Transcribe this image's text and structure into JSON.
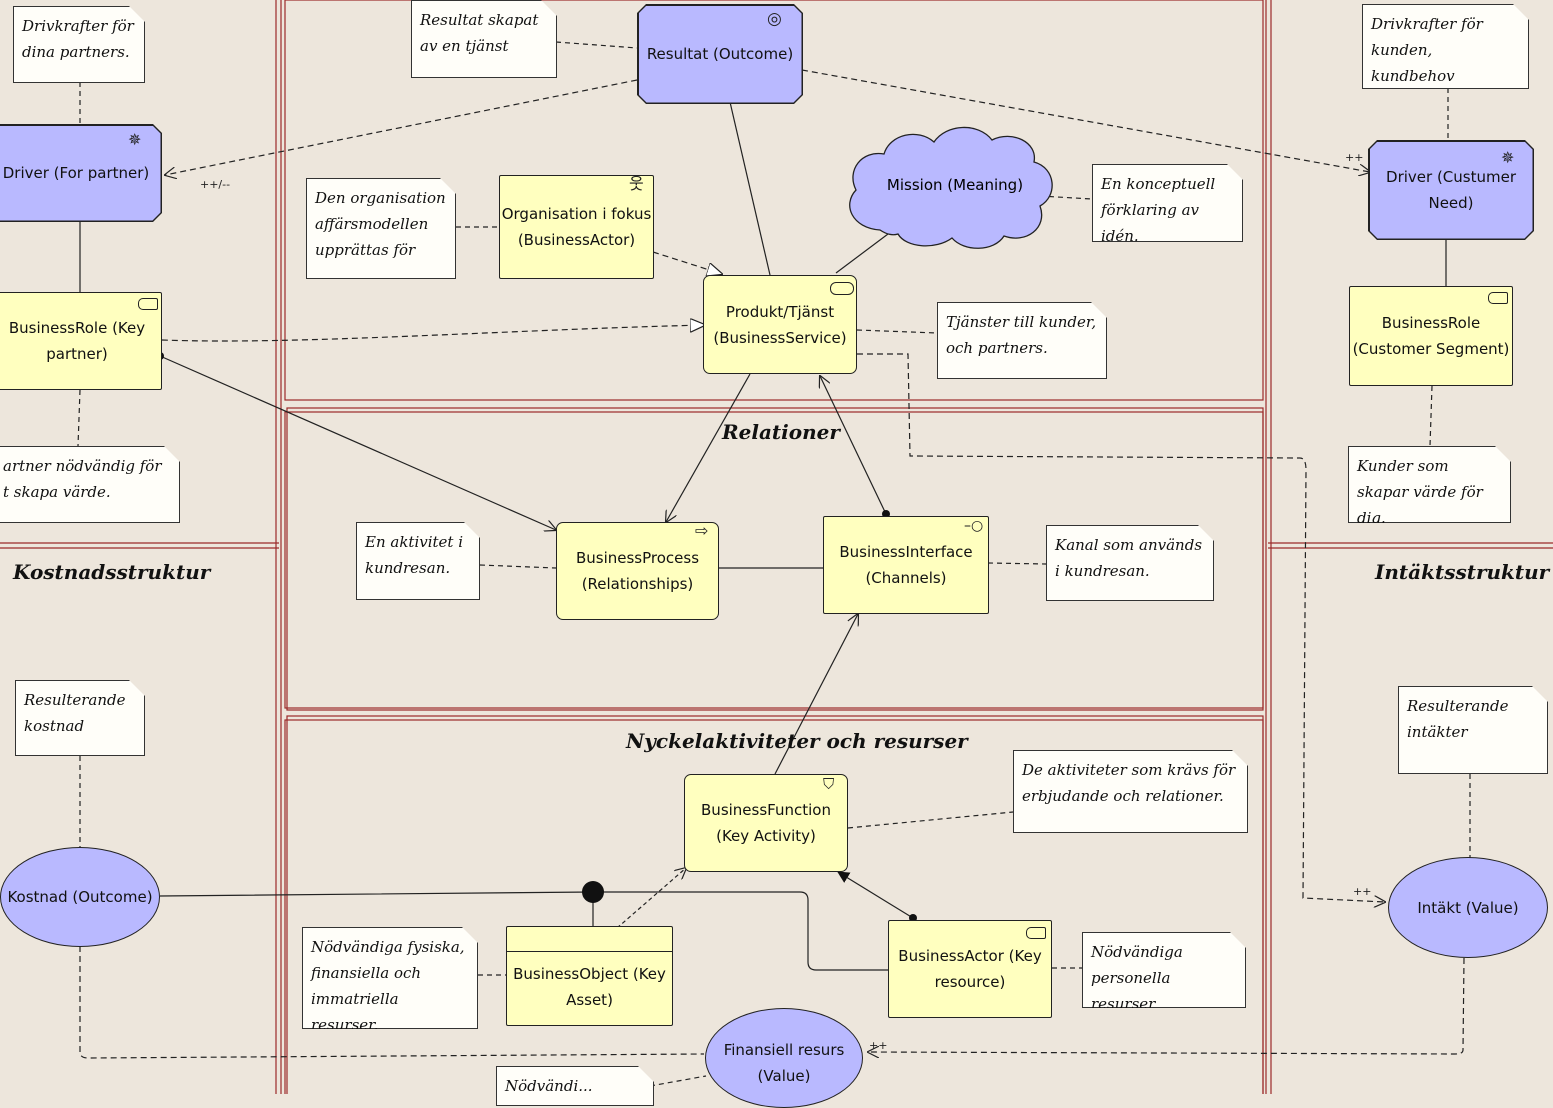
{
  "sections": {
    "relationer": "Relationer",
    "nyckel": "Nyckelaktiviteter och resurser",
    "kostnad": "Kostnadsstruktur",
    "intakt": "Intäktsstruktur"
  },
  "elements": {
    "resultat": "Resultat (Outcome)",
    "driver_partner": "Driver (For partner)",
    "driver_customer": "Driver (Custumer Need)",
    "mission": "Mission (Meaning)",
    "org": "Organisation i fokus (BusinessActor)",
    "produkt": "Produkt/Tjänst (BusinessService)",
    "role_partner": "BusinessRole (Key partner)",
    "role_customer": "BusinessRole (Customer Segment)",
    "process": "BusinessProcess (Relationships)",
    "interface": "BusinessInterface (Channels)",
    "function": "BusinessFunction (Key Activity)",
    "object": "BusinessObject (Key Asset)",
    "actor_resource": "BusinessActor (Key resource)",
    "kostnad": "Kostnad (Outcome)",
    "intakt": "Intäkt (Value)",
    "finansiell": "Finansiell resurs (Value)"
  },
  "notes": {
    "drivkrafter_partners": "Drivkrafter för dina partners.",
    "resultat_skapat": "Resultat skapat av en tjänst",
    "drivkrafter_kund": "Drivkrafter för kunden, kundbehov",
    "organisation": "Den organisation affärsmodellen upprättas för",
    "konceptuell": "En konceptuell förklaring av idén.",
    "tjanster": "Tjänster till kunder, och partners.",
    "partner_nodvandig": "artner nödvändig för t skapa värde.",
    "kunder_skapar": "Kunder som skapar värde för dig.",
    "aktivitet": "En aktivitet i kundresan.",
    "kanal": "Kanal som används i kundresan.",
    "resulterande_kostnad": "Resulterande kostnad",
    "resulterande_intakter": "Resulterande intäkter",
    "aktiviteter_kravs": "De aktiviteter som krävs för erbjudande och relationer.",
    "fysiska": "Nödvändiga fysiska, finansiella och immatriella resurser.",
    "personella": "Nödvändiga personella resurser",
    "bottom_partial": "Nödvändi..."
  },
  "labels": {
    "plusminus": "++/--",
    "plus": "++"
  },
  "icons": {
    "driver": "driver-icon",
    "outcome": "outcome-icon",
    "actor": "actor-icon",
    "service": "service-icon",
    "role": "role-icon",
    "process": "process-icon",
    "interface": "interface-icon",
    "function": "function-icon"
  },
  "colors": {
    "background": "#ede6dc",
    "business": "#ffffbf",
    "motivation": "#b9b9ff",
    "frame": "#9b2a2a"
  }
}
